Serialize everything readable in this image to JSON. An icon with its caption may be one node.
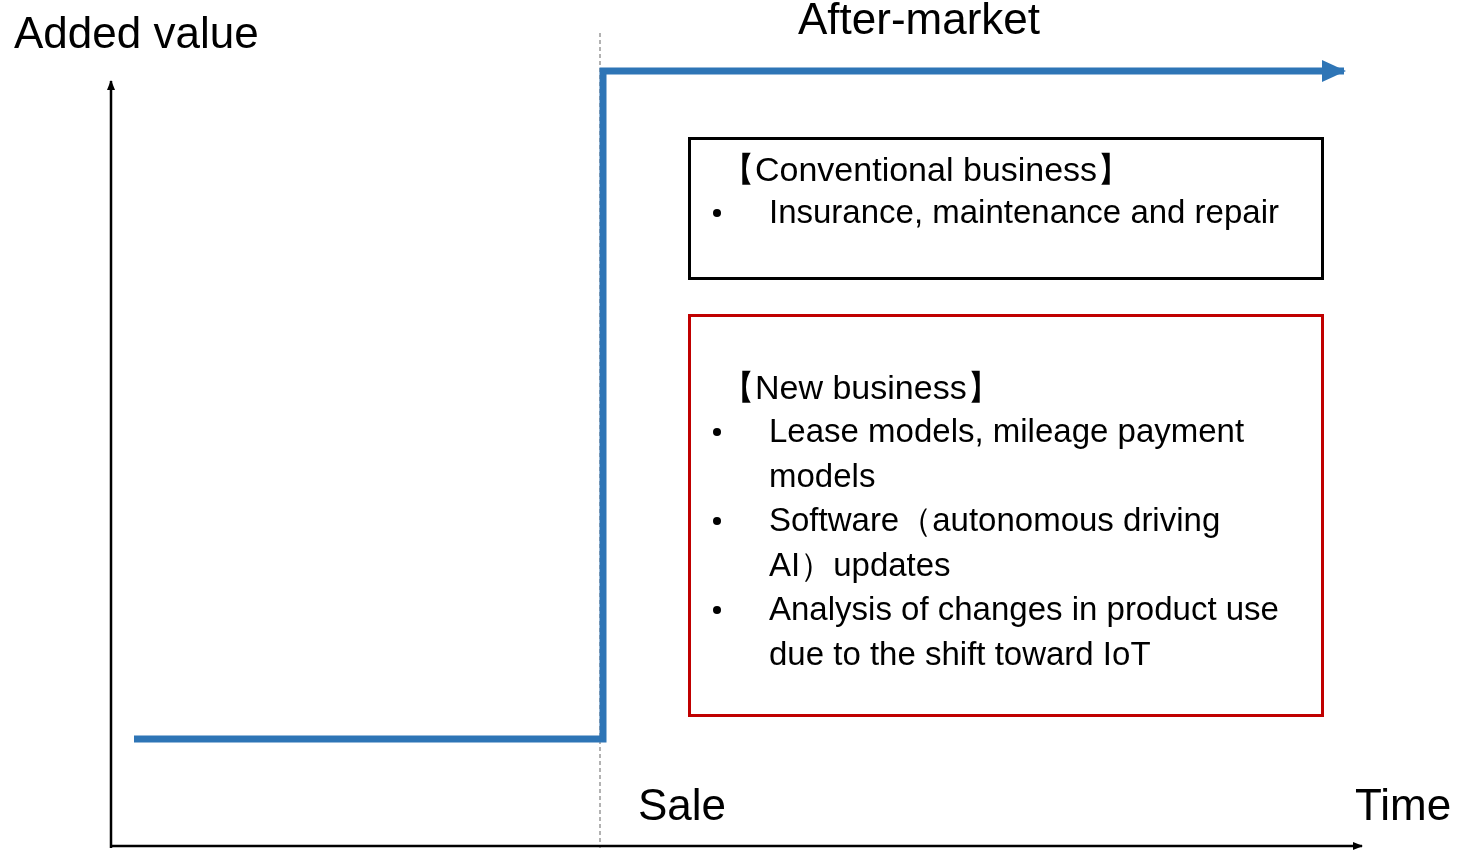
{
  "diagram": {
    "nodes": [
      {
        "text": [
          "【Conventional business】",
          "Insurance, maintenance and repair"
        ]
      },
      {
        "text": [
          "【New business】",
          "Lease models, mileage payment models",
          "Software（autonomous driving AI）updates",
          "Analysis of changes in product use due to the shift toward IoT"
        ]
      }
    ],
    "labels": [
      "Added value",
      "After-market",
      "Sale",
      "Time"
    ]
  }
}
